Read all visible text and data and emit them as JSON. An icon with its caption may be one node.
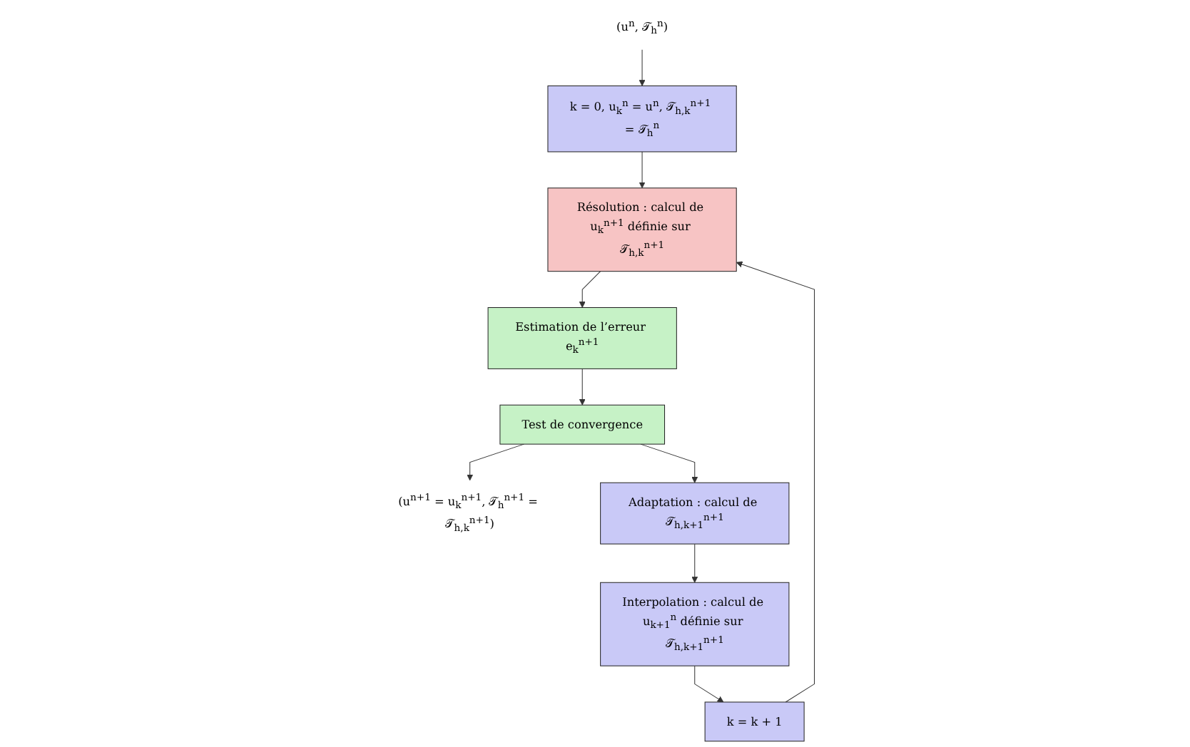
{
  "diagram": {
    "nodes": [
      {
        "text": [
          "(u$^{n}$, 𝒯$_{h}$$^{n}$)"
        ]
      },
      {
        "text": [
          "k = 0, u$_{k}$$^{n}$ = u$^{n}$, 𝒯$_{h,k}$$^{n+1}$ = 𝒯$_{h}$$^{n}$"
        ]
      },
      {
        "text": [
          "Résolution : calcul de u$_{k}$$^{n+1}$ définie sur 𝒯$_{h,k}$$^{n+1}$"
        ]
      },
      {
        "text": [
          "Estimation de l’erreur e$_{k}$$^{n+1}$"
        ]
      },
      {
        "text": [
          "Test de convergence"
        ]
      },
      {
        "text": [
          "(u$^{n+1}$ = u$_{k}$$^{n+1}$, 𝒯$_{h}$$^{n+1}$ = 𝒯$_{h,k}$$^{n+1}$)"
        ]
      },
      {
        "text": [
          "Adaptation : calcul de 𝒯$_{h,k+1}$$^{n+1}$"
        ]
      },
      {
        "text": [
          "Interpolation : calcul de u$_{k+1}$$^{n}$ définie sur 𝒯$_{h,k+1}$$^{n+1}$"
        ]
      },
      {
        "text": [
          "k = k + 1"
        ]
      }
    ],
    "edges": [
      {
        "from": 0,
        "to": 1,
        "arrow": "to"
      },
      {
        "from": 1,
        "to": 2,
        "arrow": "to"
      },
      {
        "from": 2,
        "to": 3,
        "arrow": "to"
      },
      {
        "from": 3,
        "to": 4,
        "arrow": "to"
      },
      {
        "from": 4,
        "to": 5,
        "arrow": "to"
      },
      {
        "from": 4,
        "to": 6,
        "arrow": "to"
      },
      {
        "from": 6,
        "to": 7,
        "arrow": "to"
      },
      {
        "from": 7,
        "to": 8,
        "arrow": "to"
      },
      {
        "from": 8,
        "to": 2,
        "arrow": "to"
      }
    ]
  }
}
